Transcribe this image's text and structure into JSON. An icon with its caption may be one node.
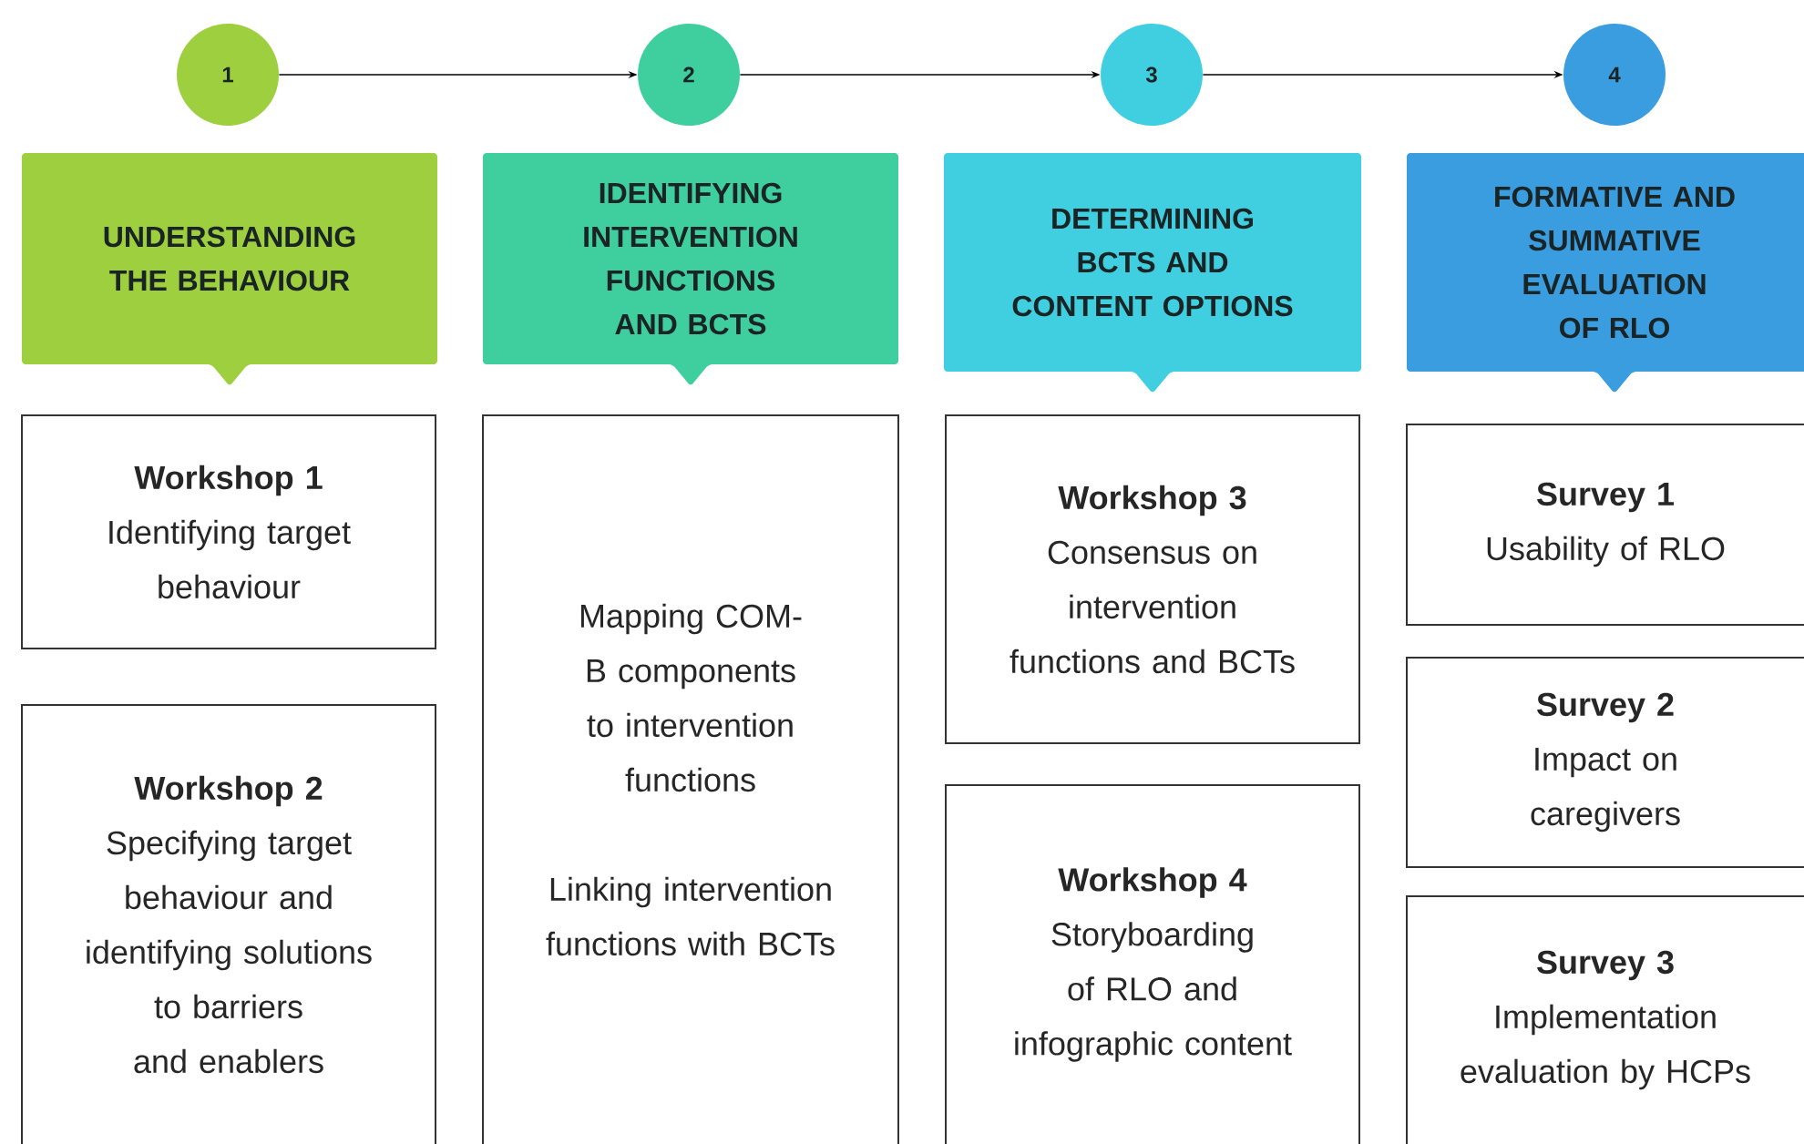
{
  "diagram": {
    "nodes": [
      {
        "text": [
          "1"
        ]
      },
      {
        "text": [
          "2"
        ]
      },
      {
        "text": [
          "3"
        ]
      },
      {
        "text": [
          "4"
        ]
      },
      {
        "text": [
          "UNDERSTANDING THE BEHAVIOUR"
        ]
      },
      {
        "text": [
          "IDENTIFYING INTERVENTION FUNCTIONS AND BCTS"
        ]
      },
      {
        "text": [
          "DETERMINING BCTS AND CONTENT OPTIONS"
        ]
      },
      {
        "text": [
          "FORMATIVE AND SUMMATIVE EVALUATION OF RLO"
        ]
      },
      {
        "text": [
          "Workshop 1",
          "Identifying target behaviour"
        ]
      },
      {
        "text": [
          "Workshop 2",
          "Specifying target behaviour and identifying solutions to barriers and enablers"
        ]
      },
      {
        "text": [
          "Mapping COM-B components to intervention functions",
          "Linking intervention functions with BCTs"
        ]
      },
      {
        "text": [
          "Workshop 3",
          "Consensus on intervention functions and BCTs"
        ]
      },
      {
        "text": [
          "Workshop 4",
          "Storyboarding of RLO and infographic content"
        ]
      },
      {
        "text": [
          "Survey 1",
          "Usability of RLO"
        ]
      },
      {
        "text": [
          "Survey 2",
          "Impact on caregivers"
        ]
      },
      {
        "text": [
          "Survey 3",
          "Implementation evaluation by HCPs"
        ]
      }
    ],
    "edges": [
      {
        "from": 0,
        "to": 1,
        "arrow": "to"
      },
      {
        "from": 1,
        "to": 2,
        "arrow": "to"
      },
      {
        "from": 2,
        "to": 3,
        "arrow": "to"
      }
    ]
  }
}
